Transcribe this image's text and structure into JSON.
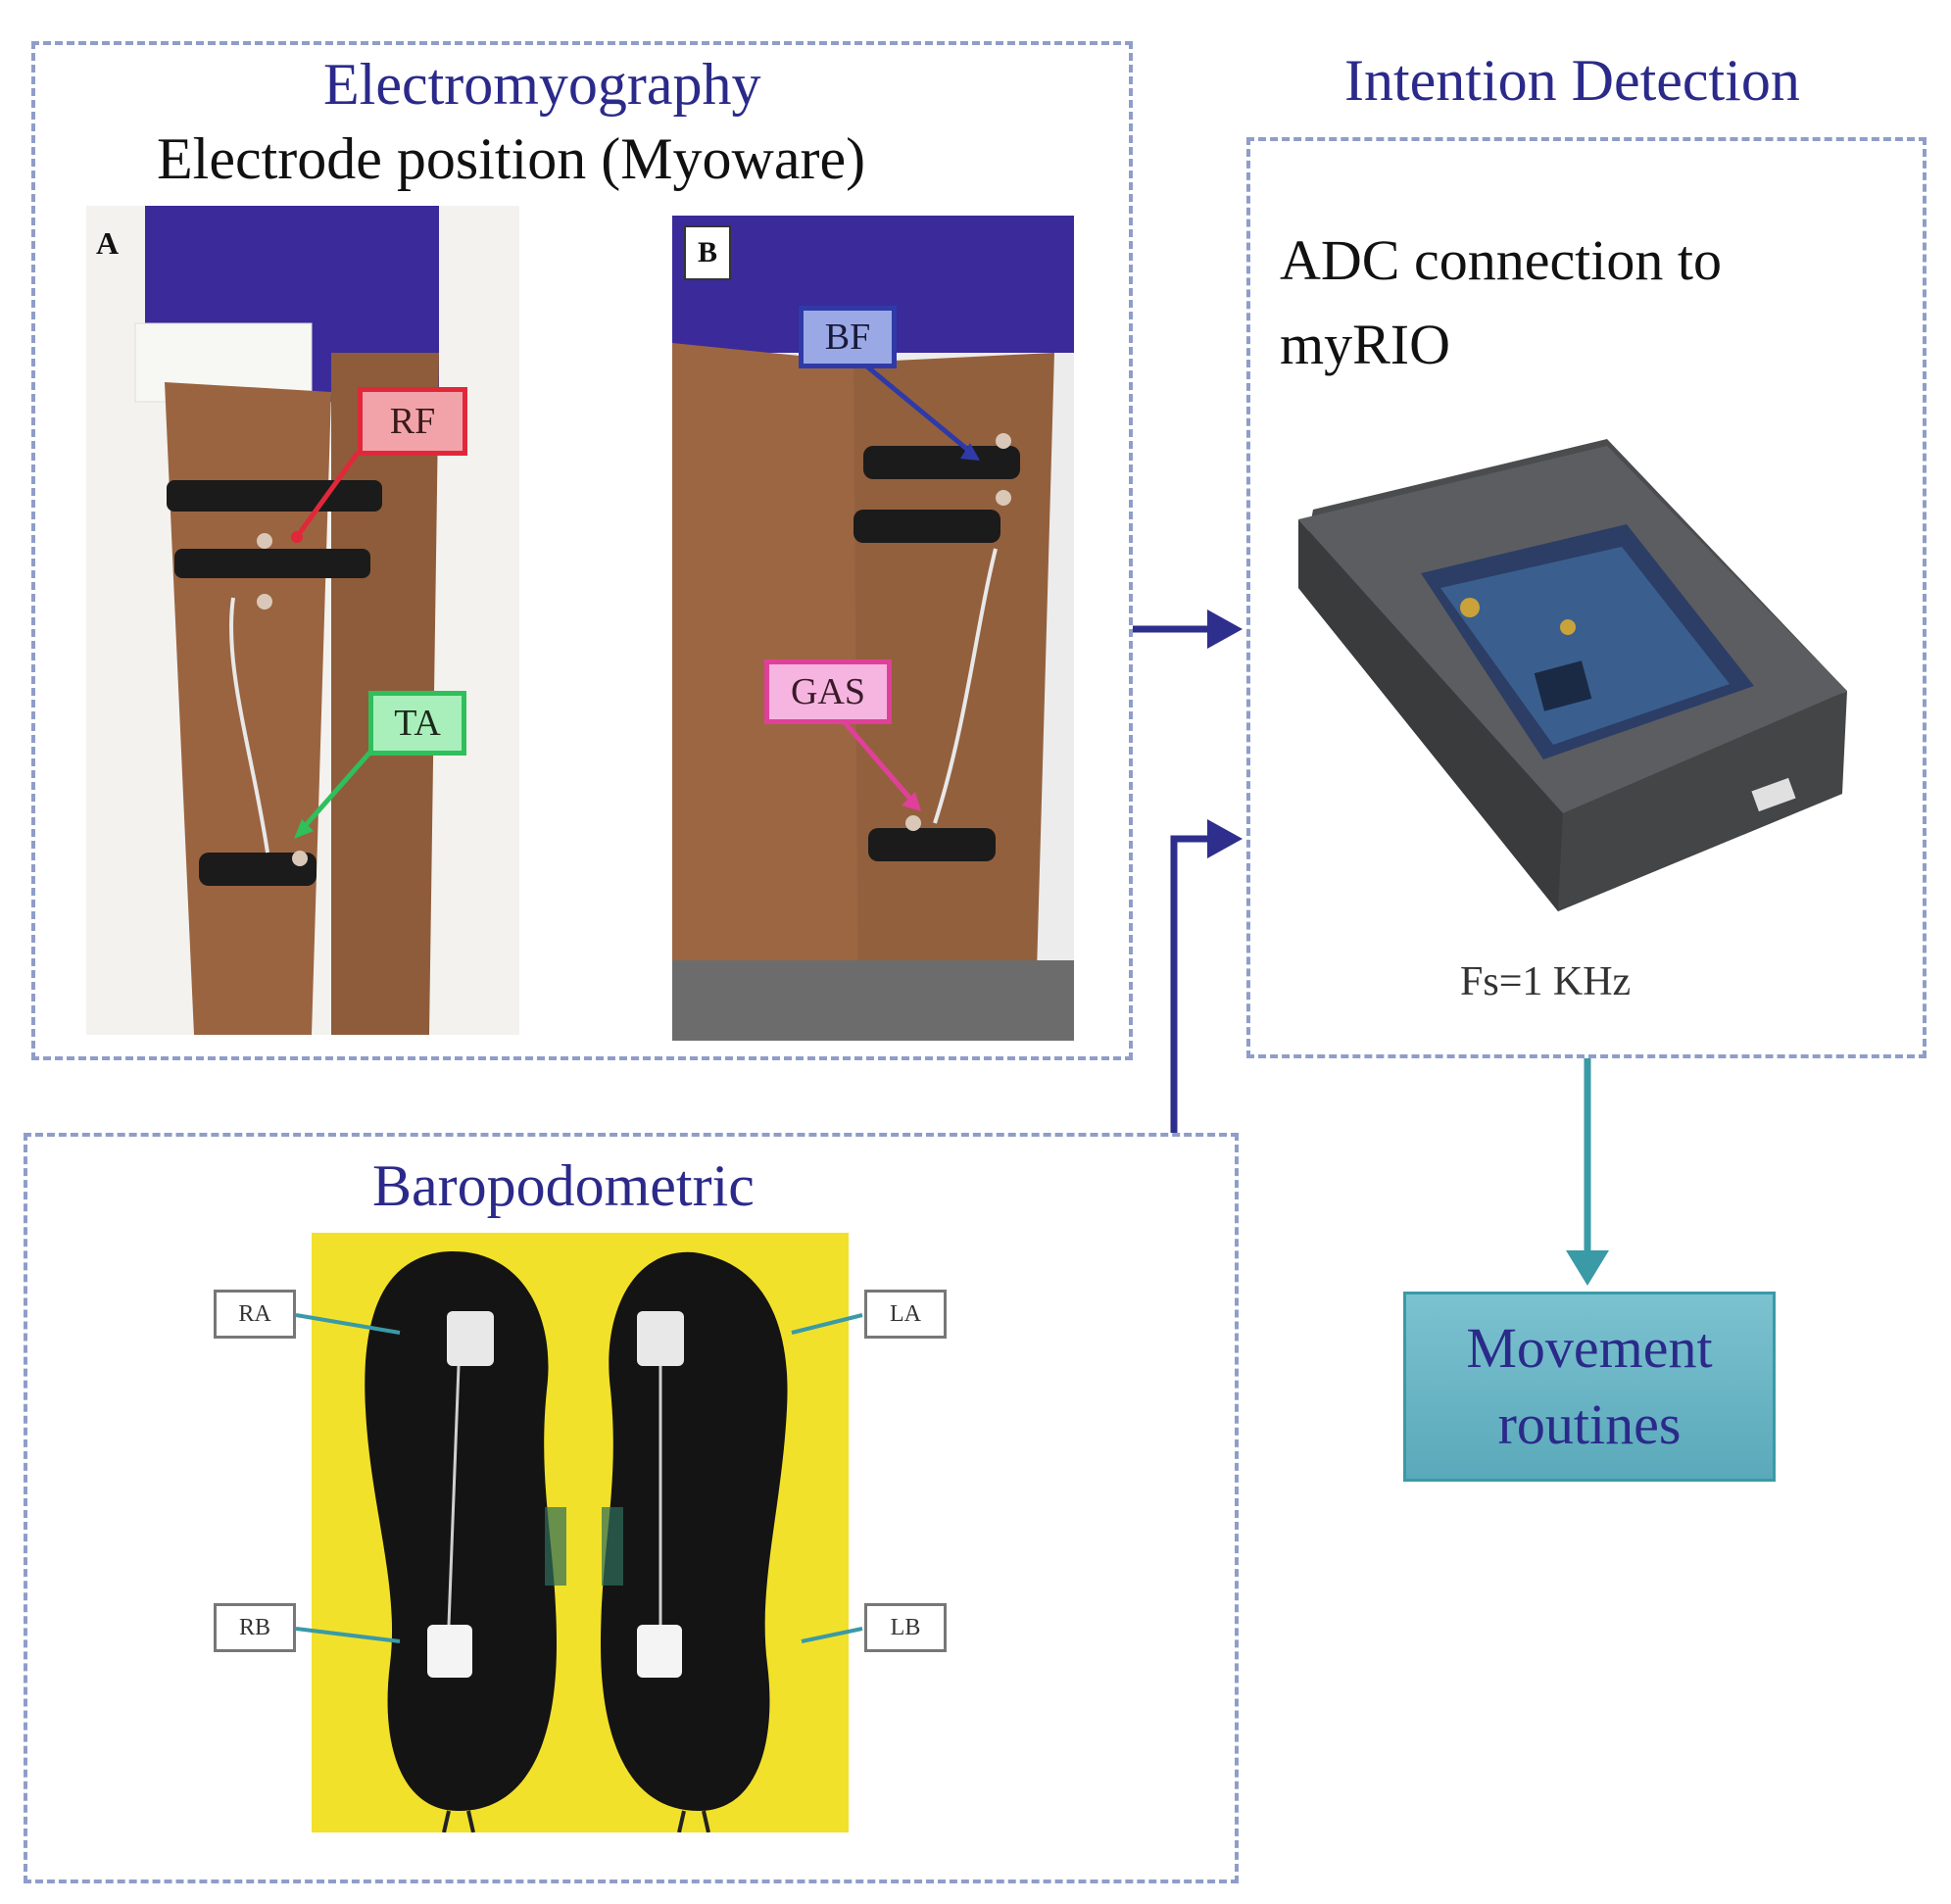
{
  "emg": {
    "title": "Electromyography",
    "subtitle": "Electrode position (Myoware)",
    "panel_a_letter": "A",
    "panel_b_letter": "B",
    "labels": {
      "rf": "RF",
      "ta": "TA",
      "bf": "BF",
      "gas": "GAS"
    }
  },
  "intention": {
    "title": "Intention Detection",
    "adc_text_line1": "ADC connection to",
    "adc_text_line2": "myRIO",
    "sampling": "Fs=1 KHz"
  },
  "baro": {
    "title": "Baropodometric",
    "labels": {
      "ra": "RA",
      "la": "LA",
      "rb": "RB",
      "lb": "LB"
    }
  },
  "movement": {
    "line1": "Movement",
    "line2": "routines"
  },
  "colors": {
    "dash_border": "#8f9dc9",
    "title_blue": "#2b2a8a",
    "arrow_navy": "#2e2e8c",
    "arrow_teal": "#3a9aa6",
    "rf": "#e0283a",
    "ta": "#2fbf5b",
    "bf": "#2f3aa8",
    "gas": "#e0409a",
    "movement_box": "#6bb6c6",
    "insole_bg": "#f2e12a"
  }
}
